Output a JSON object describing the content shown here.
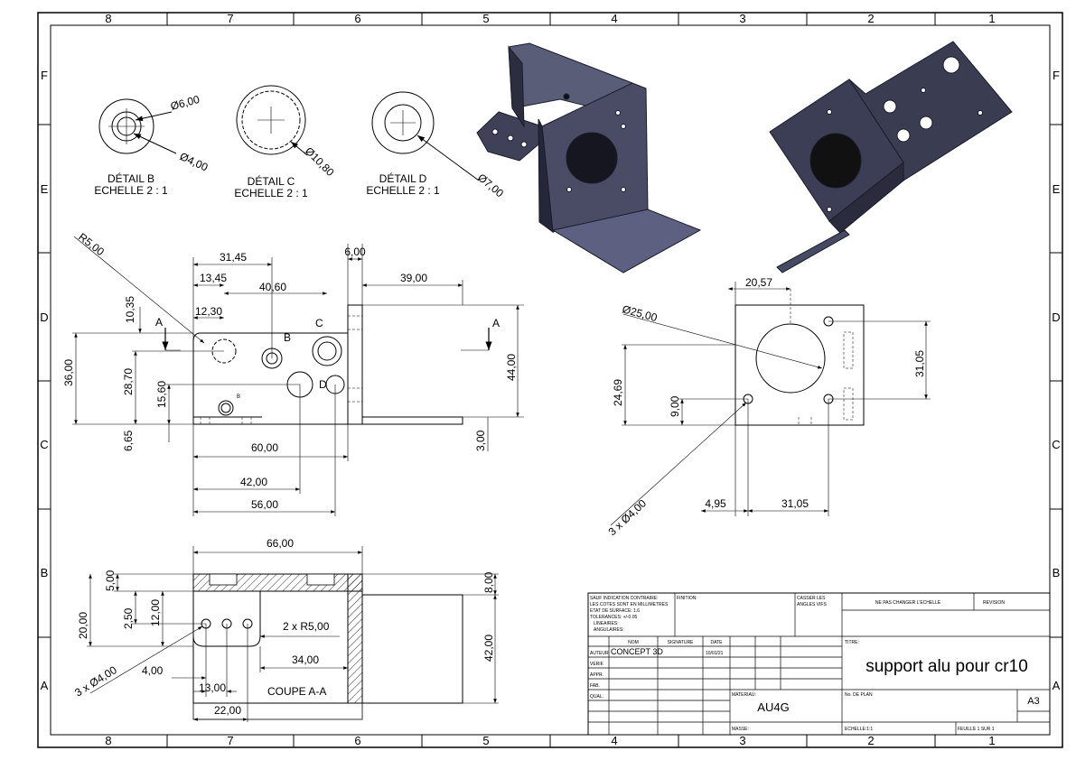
{
  "sheet": {
    "zones_top": [
      "8",
      "7",
      "6",
      "5",
      "4",
      "3",
      "2",
      "1"
    ],
    "zones_side": [
      "F",
      "E",
      "D",
      "C",
      "B",
      "A"
    ]
  },
  "details": {
    "b": {
      "title": "DÉTAIL B",
      "scale": "ECHELLE 2 : 1",
      "d1": "Ø6,00",
      "d2": "Ø4,00"
    },
    "c": {
      "title": "DÉTAIL C",
      "scale": "ECHELLE 2 : 1",
      "d1": "Ø10,80"
    },
    "d": {
      "title": "DÉTAIL D",
      "scale": "ECHELLE 2 : 1",
      "d1": "Ø7,00"
    }
  },
  "front_view": {
    "dims": {
      "r500": "R5,00",
      "d3145": "31,45",
      "d1345": "13,45",
      "d4060": "40,60",
      "d1230": "12,30",
      "d1035": "10,35",
      "d600": "6,00",
      "d3900": "39,00",
      "d3600": "36,00",
      "d2870": "28,70",
      "d1560": "15,60",
      "d665": "6,65",
      "d4400": "44,00",
      "d300": "3,00",
      "d6000": "60,00",
      "d4200": "42,00",
      "d5600": "56,00"
    },
    "labels": {
      "a_left": "A",
      "a_right": "A",
      "b1": "B",
      "b2": "B",
      "c": "C",
      "d": "D"
    }
  },
  "side_view": {
    "dims": {
      "d2057": "20,57",
      "d2500": "Ø25,00",
      "d3105v": "31,05",
      "d2469": "24,69",
      "d900": "9,00",
      "d495": "4,95",
      "d3105h": "31,05",
      "holes": "3 x Ø4,00"
    }
  },
  "section_view": {
    "dims": {
      "d6600": "66,00",
      "d500": "5,00",
      "d800": "8,00",
      "d250": "2,50",
      "d1200": "12,00",
      "d2000": "20,00",
      "r": "2 x R5,00",
      "d3400": "34,00",
      "d400": "4,00",
      "holes": "3 x Ø4,00",
      "d1300": "13,00",
      "d2200": "22,00",
      "d4200": "42,00"
    },
    "label": "COUPE A-A"
  },
  "title_block": {
    "notes": [
      "SAUF INDICATION CONTRAIRE:",
      "LES COTES SONT EN MILLIMETRES",
      "ETAT DE SURFACE: 1.6",
      "TOLERANCES: +/-0.05",
      "LINEAIRES:",
      "ANGULAIRES:"
    ],
    "finition": "FINITION:",
    "casser": [
      "CASSER LES",
      "ANGLES VIFS"
    ],
    "ne_pas": "NE PAS CHANGER L'ECHELLE",
    "revision": "REVISION",
    "col_nom": "NOM",
    "col_sig": "SIGNATURE",
    "col_date": "DATE",
    "roles": [
      "AUTEUR",
      "VERIF.",
      "APPR.",
      "FAB.",
      "QUAL."
    ],
    "auteur_name": "CONCEPT 3D",
    "auteur_date": "10/01/21",
    "titre_label": "TITRE:",
    "titre": "support alu pour cr10",
    "materiau_label": "MATERIAU:",
    "materiau": "AU4G",
    "no_plan": "No. DE PLAN",
    "format": "A3",
    "masse": "MASSE:",
    "echelle": "ECHELLE:1:1",
    "feuille": "FEUILLE 1 SUR 1"
  }
}
